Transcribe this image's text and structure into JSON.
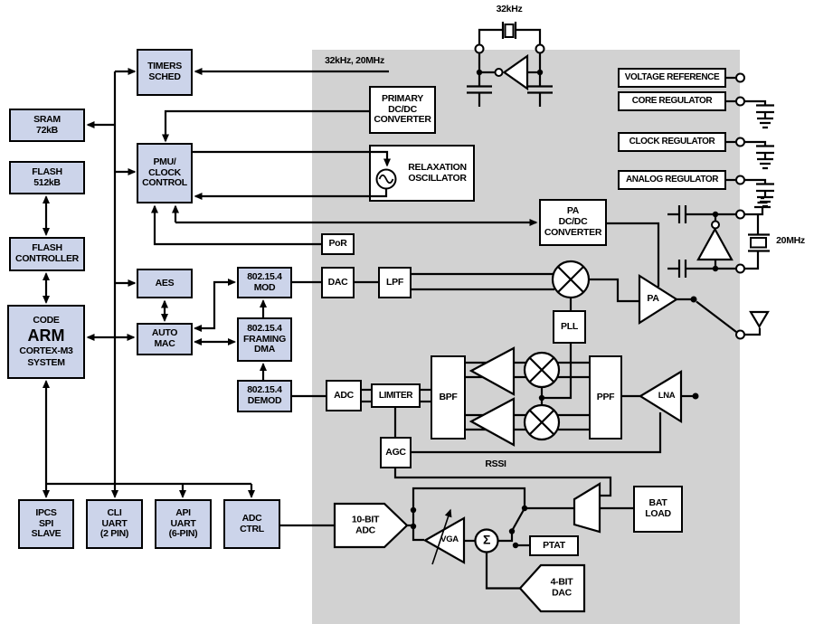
{
  "colors": {
    "block_fill": "#ccd4ea",
    "analog_bg": "#d2d2d2",
    "line": "#000000",
    "white_block": "#ffffff"
  },
  "cpu": {
    "code": "CODE",
    "name": "ARM",
    "core": "CORTEX-M3",
    "system": "SYSTEM"
  },
  "blocks": {
    "timers": "TIMERS\nSCHED",
    "sram": "SRAM\n72kB",
    "flash": "FLASH\n512kB",
    "flash_controller": "FLASH\nCONTROLLER",
    "pmu": "PMU/\nCLOCK\nCONTROL",
    "aes": "AES",
    "auto_mac": "AUTO\nMAC",
    "mod_802154": "802.15.4\nMOD",
    "framing_802154": "802.15.4\nFRAMING\nDMA",
    "demod_802154": "802.15.4\nDEMOD",
    "ipcs": "IPCS\nSPI\nSLAVE",
    "cli_uart": "CLI\nUART\n(2 PIN)",
    "api_uart": "API\nUART\n(6-PIN)",
    "adc_ctrl": "ADC\nCTRL",
    "primary_dcdc": "PRIMARY\nDC/DC\nCONVERTER",
    "relaxation_osc": "RELAXATION\nOSCILLATOR",
    "por": "PoR",
    "dac": "DAC",
    "lpf": "LPF",
    "pa_dcdc": "PA\nDC/DC\nCONVERTER",
    "pll": "PLL",
    "adc": "ADC",
    "limiter": "LIMITER",
    "bpf": "BPF",
    "ppf": "PPF",
    "agc": "AGC",
    "bat_load": "BAT\nLOAD",
    "ptat": "PTAT",
    "voltage_reference": "VOLTAGE REFERENCE",
    "core_regulator": "CORE REGULATOR",
    "clock_regulator": "CLOCK REGULATOR",
    "analog_regulator": "ANALOG REGULATOR",
    "adc_10bit": "10-BIT\nADC",
    "dac_4bit": "4-BIT\nDAC",
    "vga": "VGA",
    "pa": "PA",
    "lna": "LNA",
    "sigma": "Σ"
  },
  "annotations": {
    "clocks_line": "32kHz, 20MHz",
    "crystal_32k": "32kHz",
    "crystal_20m": "20MHz",
    "rssi": "RSSI"
  }
}
